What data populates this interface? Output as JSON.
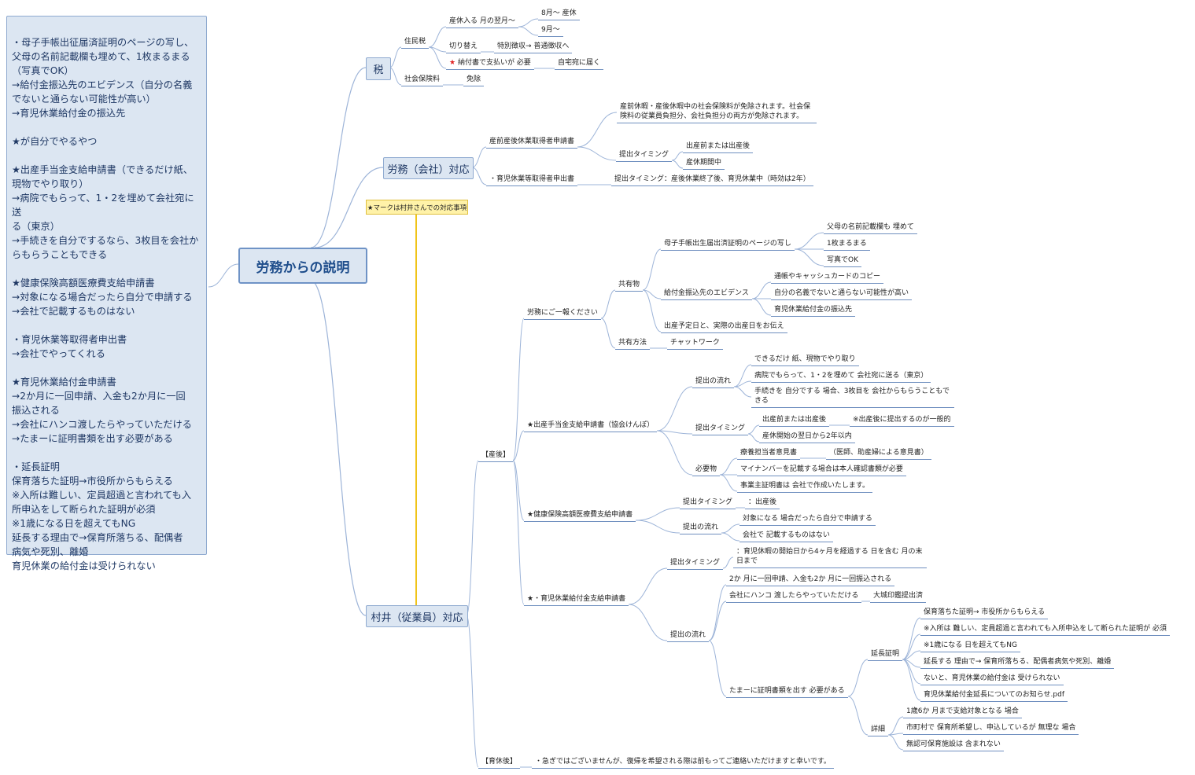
{
  "root": "労務からの説明",
  "note": [
    "・母子手帳出征届済証明のページの写し、",
    "父母の名前記載欄も埋めて、1枚まるまる",
    "（写真でOK）",
    "→給付金振込先のエビデンス（自分の名義",
    "でないと通らない可能性が高い）",
    "→育児休業給付金の振込先",
    "",
    "★が自分でやるやつ",
    "",
    "★出産手当金支給申請書（できるだけ紙、",
    "現物でやり取り）",
    "→病院でもらって、1・2を埋めて会社宛に送",
    "る（東京）",
    "→手続きを自分でするなら、3枚目を会社か",
    "らもらうこともできる",
    "",
    "★健康保険高額医療費支給申請書",
    "→対象になる場合だったら自分で申請する",
    "→会社で記載するものはない",
    "",
    "・育児休業等取得者申出書",
    "→会社でやってくれる",
    "",
    "★育児休業給付金申請書",
    "→2か月に一回申請、入金も2か月に一回",
    "振込される",
    "→会社にハンコ渡したらやっていただける",
    "→たまーに証明書類を出す必要がある",
    "",
    "・延長証明",
    "保育落ちた証明→市役所からもらえる",
    "※入所は難しい、定員超過と言われても入",
    "所申込をして断られた証明が必須",
    "※1歳になる日を超えてもNG",
    "延長する理由で→保育所落ちる、配偶者",
    "病気や死別、離婚",
    "育児休業の給付金は受けられない"
  ],
  "callout": "★マークは村井さんでの対応事項",
  "branches": {
    "tax": "税",
    "labor": "労務（会社）対応",
    "murai": "村井（従業員）対応"
  },
  "nodes": [
    {
      "id": "jumin",
      "text": "住民税"
    },
    {
      "id": "sankyu",
      "text": "産休入る 月の翌月〜"
    },
    {
      "id": "aug",
      "text": "8月〜 産休"
    },
    {
      "id": "sep",
      "text": "9月〜"
    },
    {
      "id": "kirikae",
      "text": "切り替え"
    },
    {
      "id": "tokubetsu",
      "text": "特別徴収→ 普通徴収へ"
    },
    {
      "id": "nofusho",
      "text": "★ 納付書で支払いが 必要"
    },
    {
      "id": "jitaku",
      "text": "自宅宛に届く"
    },
    {
      "id": "shakai",
      "text": "社会保険料"
    },
    {
      "id": "menjo",
      "text": "免除"
    },
    {
      "id": "sanzen",
      "text": "産前産後休業取得者申請書"
    },
    {
      "id": "sanzen_desc",
      "text": "産前休暇・産後休暇中の社会保険料が免除されます。社会保険料の従業員負担分、会社負担分の両方が免除されます。"
    },
    {
      "id": "teishutsu1",
      "text": "提出タイミング"
    },
    {
      "id": "t1a",
      "text": "出産前または出産後"
    },
    {
      "id": "t1b",
      "text": "産休期間中"
    },
    {
      "id": "ikuji_mo",
      "text": "・育児休業等取得者申出書"
    },
    {
      "id": "ikuji_mo_t",
      "text": "提出タイミング：産後休業終了後、育児休業中（時効は2年）"
    },
    {
      "id": "sango",
      "text": "【産後】"
    },
    {
      "id": "renraku",
      "text": "労務にご一報ください"
    },
    {
      "id": "kyoyu",
      "text": "共有物"
    },
    {
      "id": "boshi",
      "text": "母子手帳出生届出済証明のページの写し"
    },
    {
      "id": "fubo",
      "text": "父母の名前記載欄も 埋めて"
    },
    {
      "id": "ichimai",
      "text": "1枚まるまる"
    },
    {
      "id": "shashin",
      "text": "写真でOK"
    },
    {
      "id": "kyufu_evi",
      "text": "給付金振込先のエビデンス"
    },
    {
      "id": "tsucho",
      "text": "通帳やキャッシュカードのコピー"
    },
    {
      "id": "meigi",
      "text": "自分の名義でないと通らない可能性が高い"
    },
    {
      "id": "furikomi",
      "text": "育児休業給付金の振込先"
    },
    {
      "id": "yotei",
      "text": "出産予定日と、実際の出産日をお伝え"
    },
    {
      "id": "kyoyu_h",
      "text": "共有方法"
    },
    {
      "id": "chat",
      "text": "チャットワーク"
    },
    {
      "id": "shussan_teate",
      "text": "★出産手当金支給申請書（協会けんぽ）"
    },
    {
      "id": "nagare1",
      "text": "提出の流れ"
    },
    {
      "id": "kami",
      "text": "できるだけ 紙、現物でやり取り"
    },
    {
      "id": "byoin",
      "text": "病院でもらって、1・2を埋めて 会社宛に送る（東京）"
    },
    {
      "id": "tetsuzuki",
      "text": "手続きを 自分でする 場合、3枚目を 会社からもらうこともできる"
    },
    {
      "id": "teishutsu2",
      "text": "提出タイミング"
    },
    {
      "id": "t2a",
      "text": "出産前または出産後"
    },
    {
      "id": "t2a2",
      "text": "※出産後に提出するのが一般的"
    },
    {
      "id": "t2b",
      "text": "産休開始の翌日から2年以内"
    },
    {
      "id": "hitsuyo",
      "text": "必要物"
    },
    {
      "id": "iken",
      "text": "療養担当者意見書"
    },
    {
      "id": "iken2",
      "text": "（医師、助産婦による意見書）"
    },
    {
      "id": "mynumber",
      "text": "マイナンバーを記載する場合は本人確認書類が必要"
    },
    {
      "id": "jigyonushi",
      "text": "事業主証明書は 会社で作成いたします。"
    },
    {
      "id": "kogaku",
      "text": "★健康保険高額医療費支給申請書"
    },
    {
      "id": "teishutsu3",
      "text": "提出タイミング"
    },
    {
      "id": "t3",
      "text": "：出産後"
    },
    {
      "id": "nagare3",
      "text": "提出の流れ"
    },
    {
      "id": "taisho",
      "text": "対象になる 場合だったら自分で申請する"
    },
    {
      "id": "kisai",
      "text": "会社で 記載するものはない"
    },
    {
      "id": "ikuji_kyufu",
      "text": "★・育児休業給付金支給申請書"
    },
    {
      "id": "teishutsu4",
      "text": "提出タイミング"
    },
    {
      "id": "t4",
      "text": "：育児休暇の開始日から4ヶ月を経過する 日を含む 月の末日まで"
    },
    {
      "id": "nagare4",
      "text": "提出の流れ"
    },
    {
      "id": "nikagetsu",
      "text": "2か 月に一回申請、入金も2か 月に一回振込される"
    },
    {
      "id": "hanko",
      "text": "会社にハンコ 渡したらやっていただける"
    },
    {
      "id": "daijo",
      "text": "大城印鑑提出済"
    },
    {
      "id": "tamani",
      "text": "たまーに証明書類を出す 必要がある"
    },
    {
      "id": "encho",
      "text": "延長証明"
    },
    {
      "id": "e1",
      "text": "保育落ちた証明→ 市役所からもらえる"
    },
    {
      "id": "e2",
      "text": "※入所は 難しい、定員超過と言われても入所申込をして断られた証明が 必須"
    },
    {
      "id": "e3",
      "text": "※1歳になる 日を超えてもNG"
    },
    {
      "id": "e4",
      "text": "延長する 理由で→ 保育所落ちる、配偶者病気や死別、離婚"
    },
    {
      "id": "e5",
      "text": "ないと、育児休業の給付金は 受けられない"
    },
    {
      "id": "e6",
      "text": "育児休業給付金延長についてのお知らせ.pdf"
    },
    {
      "id": "shosai",
      "text": "詳細"
    },
    {
      "id": "s1",
      "text": "1歳6か 月まで支給対象となる 場合"
    },
    {
      "id": "s2",
      "text": "市町村で 保育所希望し、申込しているが 無理な 場合"
    },
    {
      "id": "s3",
      "text": "無認可保育施設は 含まれない"
    },
    {
      "id": "ikukyugo",
      "text": "【育休後】"
    },
    {
      "id": "ikukyugo_t",
      "text": "・急ぎではございませんが、復帰を希望される際は前もってご連絡いただけますと幸いです。"
    }
  ],
  "colors": {
    "accent": "#1f4e8c",
    "box": "#dce6f2",
    "line": "#9db4d8",
    "callout": "#fff2a8",
    "star": "#e02020"
  }
}
